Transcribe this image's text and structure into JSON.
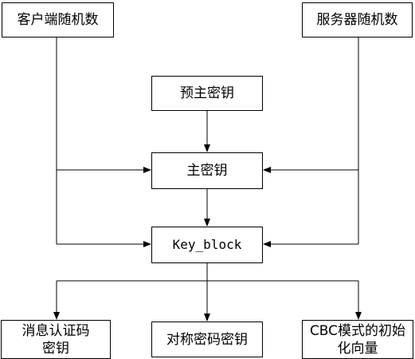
{
  "diagram": {
    "client_random": "客户端随机数",
    "server_random": "服务器随机数",
    "pre_master_key": "预主密钥",
    "master_key": "主密钥",
    "key_block": "Key_block",
    "mac_key": "消息认证码\n密钥",
    "symmetric_key": "对称密码密钥",
    "cbc_iv": "CBC模式的初始\n化向量"
  },
  "colors": {
    "line": "#000000",
    "box_border": "#000000",
    "background": "#ffffff"
  }
}
